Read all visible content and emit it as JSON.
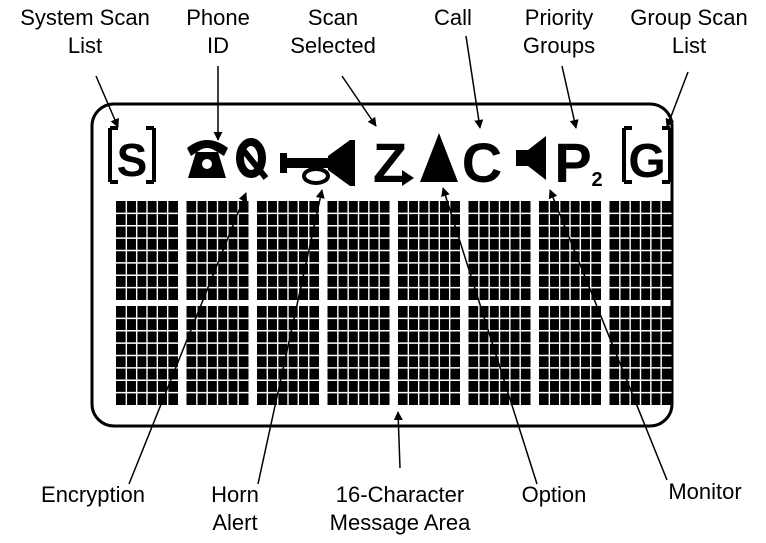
{
  "labels": {
    "system_scan_list": [
      "System Scan",
      "List"
    ],
    "phone_id": [
      "Phone",
      "ID"
    ],
    "scan_selected": [
      "Scan",
      "Selected"
    ],
    "call": [
      "Call"
    ],
    "priority_groups": [
      "Priority",
      "Groups"
    ],
    "group_scan_list": [
      "Group Scan",
      "List"
    ],
    "encryption": [
      "Encryption"
    ],
    "horn_alert": [
      "Horn",
      "Alert"
    ],
    "message_area": [
      "16-Character",
      "Message Area"
    ],
    "option": [
      "Option"
    ],
    "monitor": [
      "Monitor"
    ]
  },
  "display_icons": {
    "system_scan": "S",
    "scan_selected": "Z",
    "call": "C",
    "priority": "P",
    "priority_sub": "2",
    "group_scan": "G"
  },
  "message_area": {
    "character_blocks": 16,
    "rows": 2,
    "columns": 8
  }
}
